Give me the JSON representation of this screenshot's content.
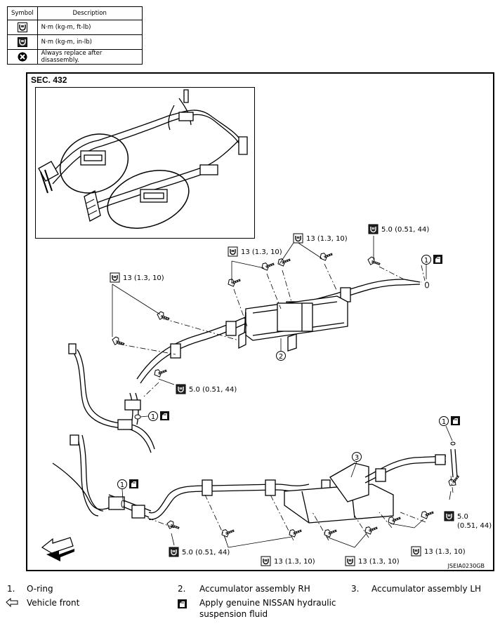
{
  "symbol_table": {
    "header_symbol": "Symbol",
    "header_description": "Description",
    "rows": [
      {
        "icon": "torque-wrench-icon",
        "description": "N·m (kg-m, ft-lb)"
      },
      {
        "icon": "torque-wrench-small-icon",
        "description": "N·m (kg-m, in-lb)"
      },
      {
        "icon": "always-replace-icon",
        "description": "Always replace after disassembly."
      }
    ]
  },
  "section": "SEC. 432",
  "torque_values": {
    "t13": "13 (1.3, 10)",
    "t5": "5.0 (0.51, 44)",
    "t5_value": "5.0",
    "t5_units": "(0.51, 44)"
  },
  "callouts": {
    "o_ring": "1",
    "accumulator_rh": "2",
    "accumulator_lh": "3"
  },
  "figure_code": "JSEIA0230GB",
  "legend": {
    "items": [
      {
        "num": "1.",
        "text": "O-ring"
      },
      {
        "num": "2.",
        "text": "Accumulator assembly RH"
      },
      {
        "num": "3.",
        "text": "Accumulator assembly LH"
      }
    ],
    "vehicle_front": "Vehicle front",
    "fluid_line1": "Apply genuine NISSAN hydraulic",
    "fluid_line2": "suspension fluid"
  }
}
